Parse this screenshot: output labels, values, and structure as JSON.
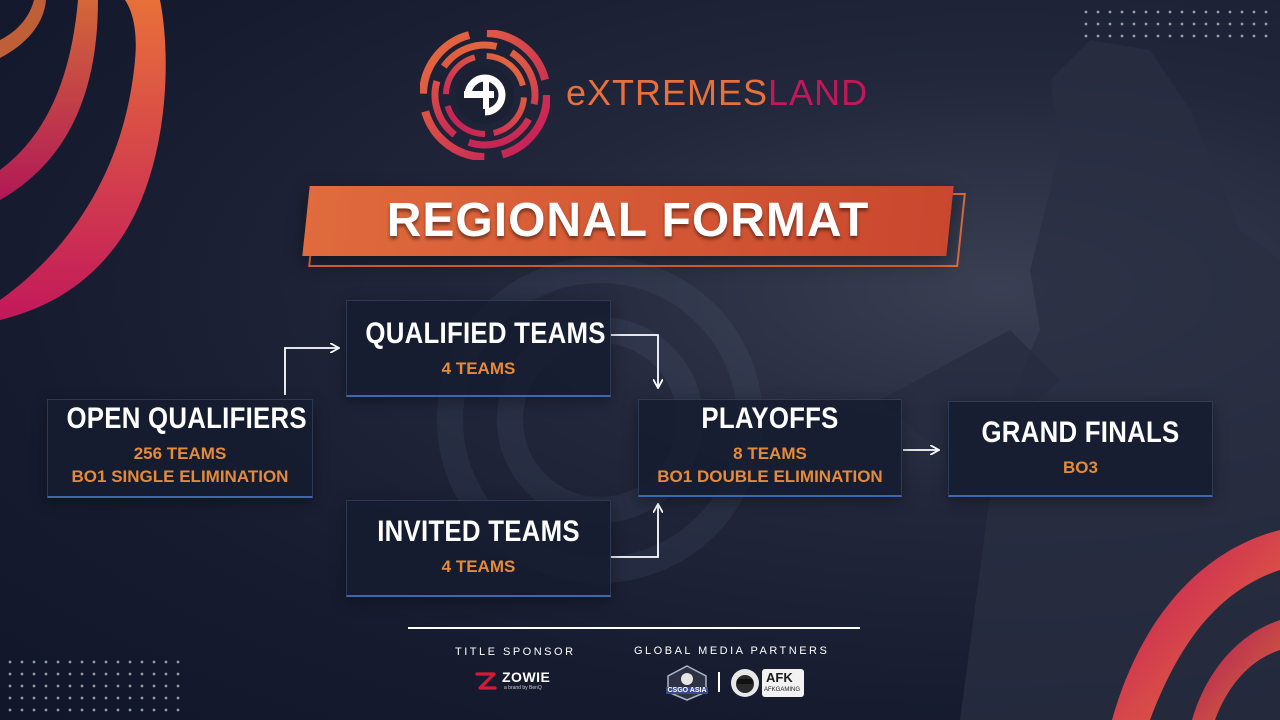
{
  "brand": {
    "part1": "eXTREMES",
    "part2": "LAND"
  },
  "banner_title": "REGIONAL FORMAT",
  "stages": {
    "open_qualifiers": {
      "title": "OPEN QUALIFIERS",
      "line1": "256 TEAMS",
      "line2": "BO1 SINGLE ELIMINATION"
    },
    "qualified_teams": {
      "title": "QUALIFIED TEAMS",
      "line1": "4 TEAMS"
    },
    "invited_teams": {
      "title": "INVITED TEAMS",
      "line1": "4 TEAMS"
    },
    "playoffs": {
      "title": "PLAYOFFS",
      "line1": "8 TEAMS",
      "line2": "BO1 DOUBLE ELIMINATION"
    },
    "grand_finals": {
      "title": "GRAND FINALS",
      "line1": "BO3"
    }
  },
  "footer": {
    "title_sponsor_label": "TITLE SPONSOR",
    "media_partners_label": "GLOBAL MEDIA PARTNERS",
    "sponsor_logo_text": "ZOWIE",
    "sponsor_logo_tagline": "a brand by BenQ",
    "partner1_logo_text": "CSGO ASIA",
    "partner2_logo_text": "AFK",
    "partner2_logo_tagline": "AFKGAMING"
  },
  "colors": {
    "accent_orange": "#e06b3d",
    "accent_pink": "#c2185b",
    "stat_orange": "#e58a3a",
    "box_border_blue": "#3f67b0"
  }
}
